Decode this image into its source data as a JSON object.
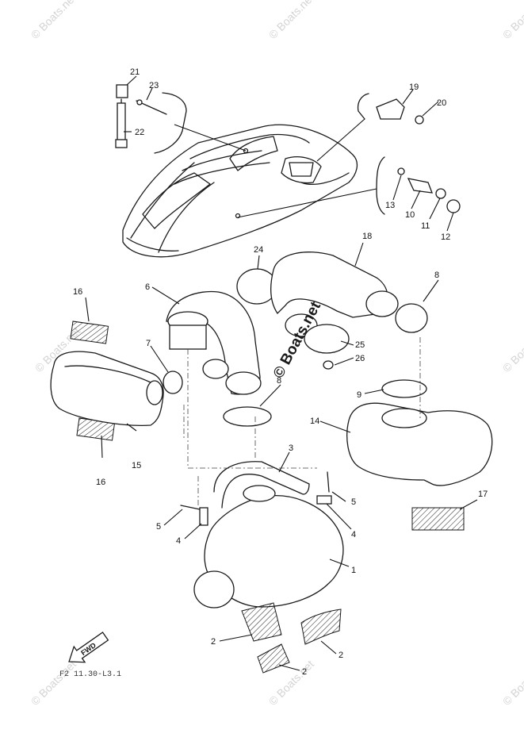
{
  "watermark": {
    "text": "© Boats.net",
    "center_text": "© Boats.net"
  },
  "direction_arrow": {
    "label": "FWD"
  },
  "figure_code": "F2  11.30-L3.1",
  "callouts": [
    "1",
    "2",
    "2",
    "2",
    "3",
    "4",
    "4",
    "5",
    "5",
    "6",
    "7",
    "8",
    "8",
    "9",
    "10",
    "11",
    "12",
    "13",
    "14",
    "15",
    "16",
    "16",
    "17",
    "18",
    "19",
    "20",
    "21",
    "22",
    "23",
    "24",
    "25",
    "26"
  ]
}
